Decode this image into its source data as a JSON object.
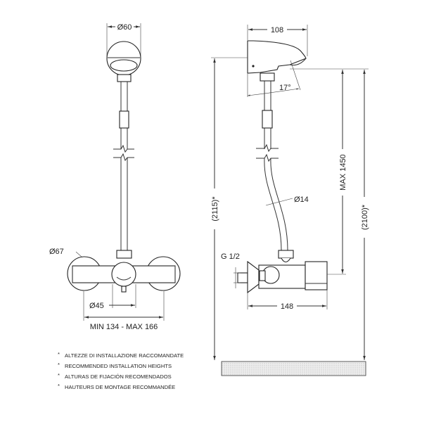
{
  "front_view": {
    "head_diameter": "Ø60",
    "rosette_diameter": "Ø67",
    "knob_diameter": "Ø45",
    "centre_distance": "MIN 134 - MAX 166"
  },
  "side_view": {
    "head_depth": "108",
    "head_angle": "17°",
    "hose_diameter": "Ø14",
    "inlet_thread": "G 1/2",
    "valve_depth": "148",
    "max_height": "MAX 1450",
    "head_height": "(2115)*",
    "outlet_height": "(2100)*"
  },
  "notes": [
    {
      "marker": "*",
      "text": "ALTEZZE DI INSTALLAZIONE RACCOMANDATE"
    },
    {
      "marker": "*",
      "text": "RECOMMENDED INSTALLATION HEIGHTS"
    },
    {
      "marker": "*",
      "text": "ALTURAS DE FIJACIÓN RECOMENDADOS"
    },
    {
      "marker": "*",
      "text": "HAUTEURS DE MONTAGE RECOMMANDÉE"
    }
  ]
}
